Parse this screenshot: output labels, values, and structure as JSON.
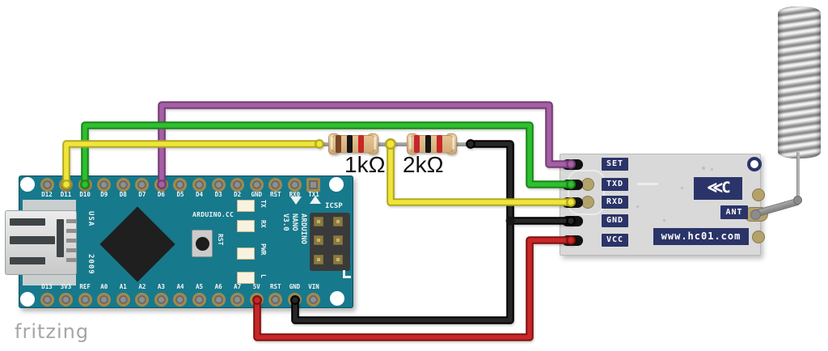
{
  "watermark": "fritzing",
  "colors": {
    "arduino_board": "#17798c",
    "hc01_board": "#d9d9d9",
    "silk_navy": "#2b3468",
    "wire_yellow": "#f0e63a",
    "wire_green": "#2fbf2f",
    "wire_purple": "#a55fa5",
    "wire_black": "#272727",
    "wire_red": "#c92727"
  },
  "arduino": {
    "model": "Arduino Nano",
    "top_pins": [
      {
        "label": "D12"
      },
      {
        "label": "D11",
        "pwm": true
      },
      {
        "label": "D10",
        "pwm": true
      },
      {
        "label": "D9",
        "pwm": true
      },
      {
        "label": "D8"
      },
      {
        "label": "D7"
      },
      {
        "label": "D6",
        "pwm": true
      },
      {
        "label": "D5",
        "pwm": true
      },
      {
        "label": "D4"
      },
      {
        "label": "D3",
        "pwm": true
      },
      {
        "label": "D2"
      },
      {
        "label": "GND"
      },
      {
        "label": "RST"
      },
      {
        "label": "RX0"
      },
      {
        "label": "TX1",
        "square": true
      }
    ],
    "bottom_pins": [
      {
        "label": "D13"
      },
      {
        "label": "3V3"
      },
      {
        "label": "REF"
      },
      {
        "label": "A0"
      },
      {
        "label": "A1"
      },
      {
        "label": "A2"
      },
      {
        "label": "A3"
      },
      {
        "label": "A4"
      },
      {
        "label": "A5"
      },
      {
        "label": "A6"
      },
      {
        "label": "A7"
      },
      {
        "label": "5V"
      },
      {
        "label": "RST"
      },
      {
        "label": "GND"
      },
      {
        "label": "VIN"
      }
    ],
    "silkscreen": {
      "brand": "ARDUINO.CC",
      "model_lines": [
        "ARDUINO",
        "NANO",
        "V3.0"
      ],
      "usb_origin": "USA",
      "usb_year": "2009",
      "icsp": "ICSP",
      "reset": "RST",
      "leds": [
        "TX",
        "RX",
        "PWR",
        "L"
      ]
    }
  },
  "resistors": [
    {
      "value": "1kΩ",
      "bands": [
        "brown",
        "black",
        "red"
      ],
      "connects": "Arduino D11 to divider node"
    },
    {
      "value": "2kΩ",
      "bands": [
        "red",
        "black",
        "red"
      ],
      "connects": "divider node to Arduino GND"
    }
  ],
  "hc01": {
    "pins": [
      "SET",
      "TXD",
      "RXD",
      "GND",
      "VCC"
    ],
    "ant_label": "ANT",
    "url": "www.hc01.com",
    "logo": "≪C"
  },
  "wires": [
    {
      "color": "purple",
      "hex": "#a55fa5",
      "from": "Arduino D6",
      "to": "HC-01 SET"
    },
    {
      "color": "green",
      "hex": "#2fbf2f",
      "from": "Arduino D10",
      "to": "HC-01 TXD"
    },
    {
      "color": "yellow",
      "hex": "#f0e63a",
      "from": "Arduino D11",
      "to": "1kΩ resistor"
    },
    {
      "color": "yellow",
      "hex": "#f0e63a",
      "from": "divider node",
      "to": "HC-01 RXD"
    },
    {
      "color": "black",
      "hex": "#272727",
      "from": "Arduino GND",
      "to": "2kΩ resistor + HC-01 GND"
    },
    {
      "color": "red",
      "hex": "#c92727",
      "from": "Arduino 5V",
      "to": "HC-01 VCC"
    }
  ]
}
